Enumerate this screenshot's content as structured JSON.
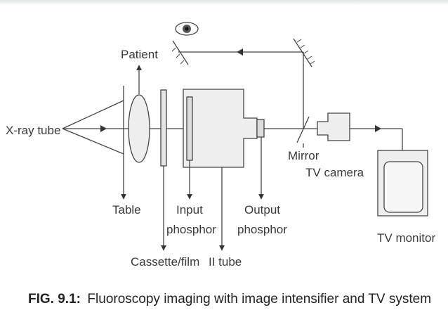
{
  "labels": {
    "xray_tube": "X-ray tube",
    "patient": "Patient",
    "table": "Table",
    "input_phosphor_1": "Input",
    "input_phosphor_2": "phosphor",
    "output_phosphor_1": "Output",
    "output_phosphor_2": "phosphor",
    "cassette_film": "Cassette/film",
    "ii_tube": "II tube",
    "mirror": "Mirror",
    "tv_camera": "TV camera",
    "tv_monitor": "TV monitor"
  },
  "caption": {
    "figure_number": "FIG. 9.1:",
    "text": "Fluoroscopy imaging with image intensifier and TV system"
  },
  "icons": [
    "eye-icon",
    "arrow-icon"
  ]
}
